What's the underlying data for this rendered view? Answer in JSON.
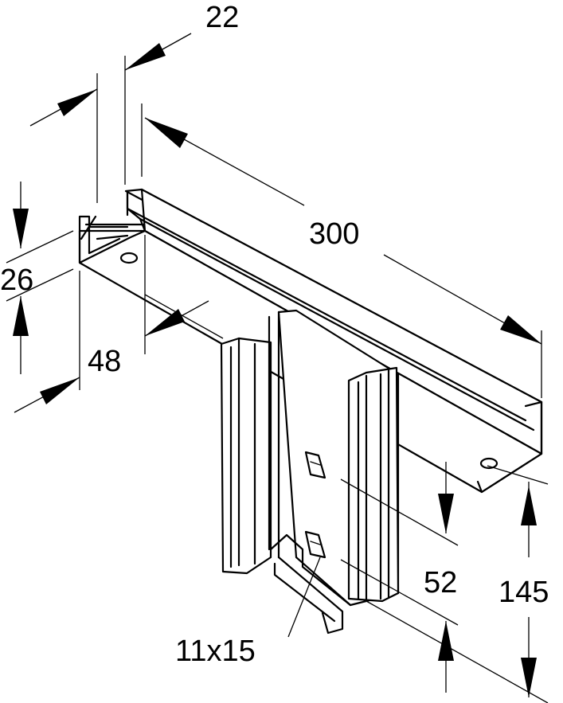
{
  "dimensions": {
    "width_top": "22",
    "length": "300",
    "flange_height": "26",
    "depth": "48",
    "slot_spacing": "52",
    "height": "145",
    "slot_size": "11x15"
  }
}
